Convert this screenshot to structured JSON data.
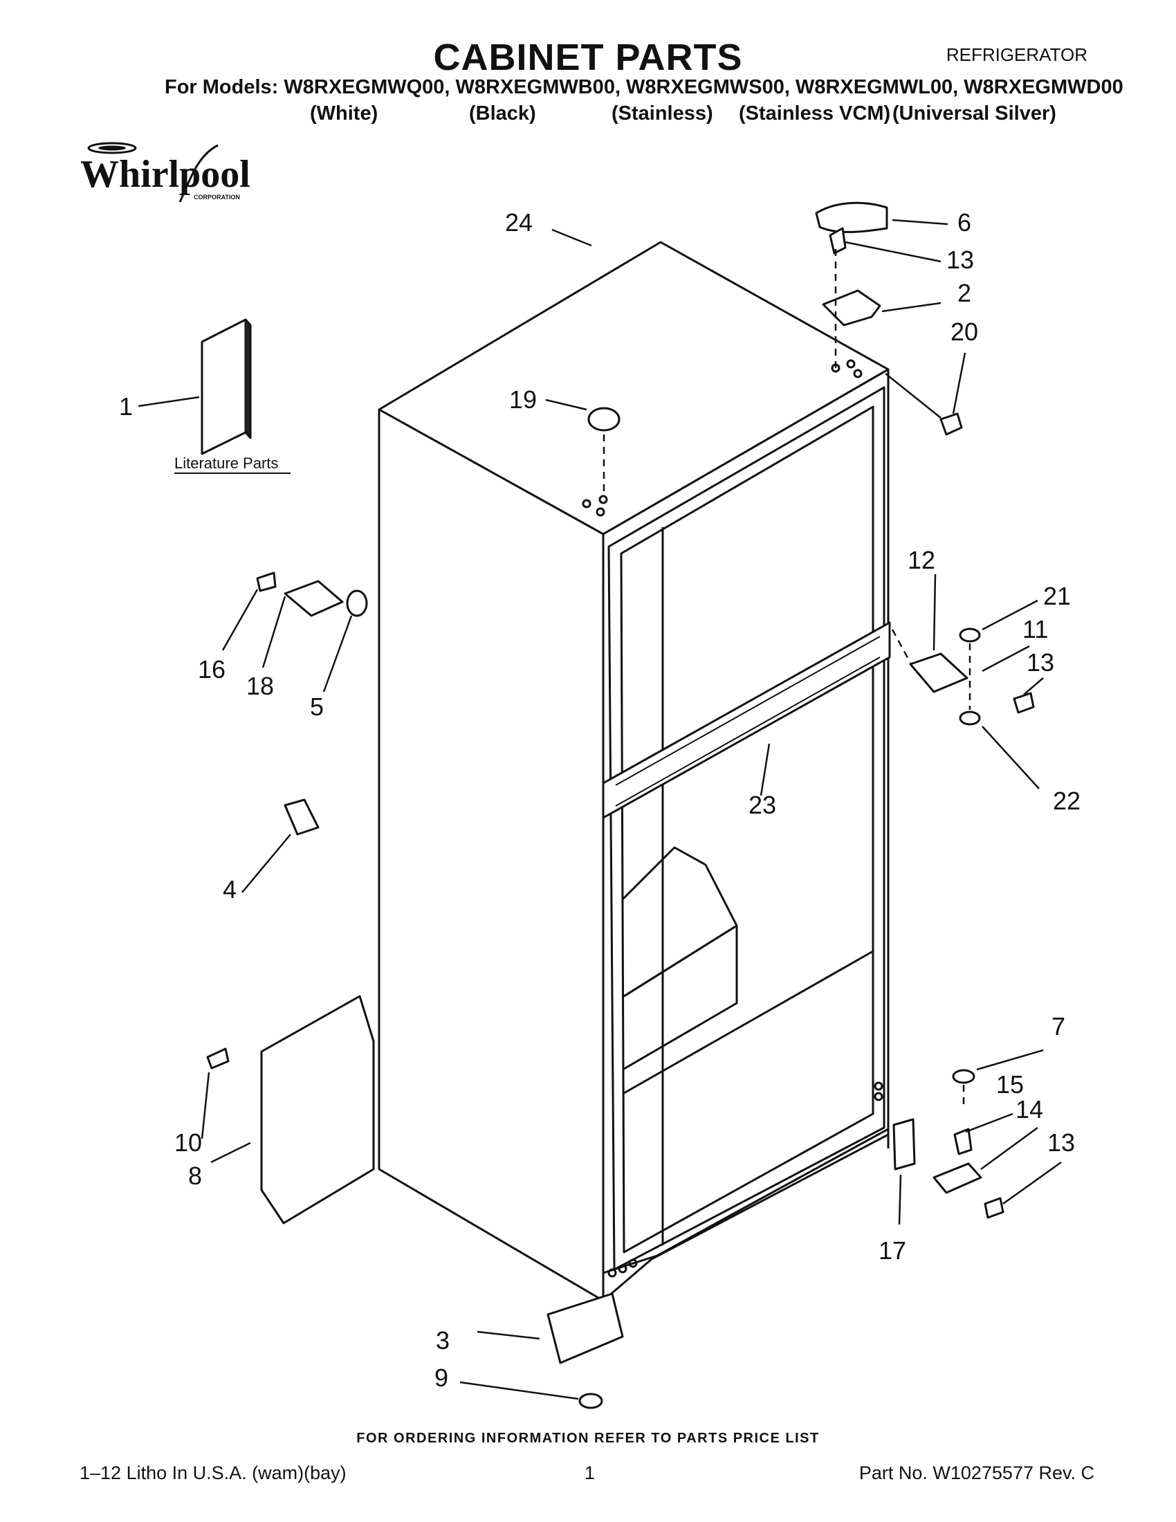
{
  "header": {
    "title": "CABINET PARTS",
    "doc_type": "REFRIGERATOR",
    "models_line": "For Models: W8RXEGMWQ00, W8RXEGMWB00, W8RXEGMWS00, W8RXEGMWL00, W8RXEGMWD00",
    "variants": [
      "(White)",
      "(Black)",
      "(Stainless)",
      "(Stainless VCM)",
      "(Universal Silver)"
    ]
  },
  "logo": {
    "brand": "Whirlpool",
    "sub": "CORPORATION"
  },
  "diagram": {
    "literature_label": "Literature Parts",
    "callouts": [
      "1",
      "2",
      "3",
      "4",
      "5",
      "6",
      "7",
      "8",
      "9",
      "10",
      "11",
      "12",
      "13",
      "13",
      "13",
      "14",
      "15",
      "16",
      "17",
      "18",
      "19",
      "20",
      "21",
      "22",
      "23",
      "24"
    ]
  },
  "footer": {
    "note": "FOR ORDERING INFORMATION REFER TO PARTS PRICE LIST",
    "litho": "1–12 Litho In U.S.A. (wam)(bay)",
    "page": "1",
    "part_no": "Part No. W10275577 Rev. C"
  }
}
